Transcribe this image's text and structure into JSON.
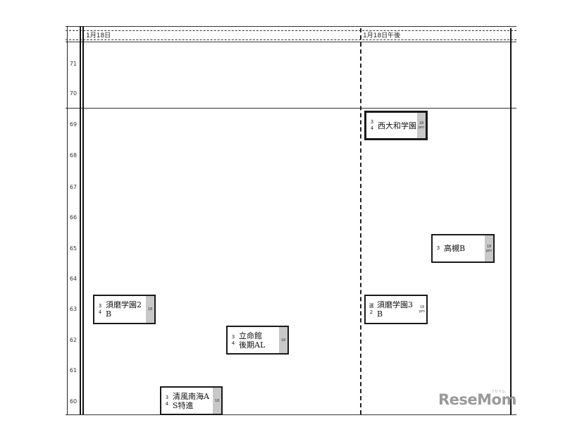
{
  "columns": [
    {
      "header": "1月18日"
    },
    {
      "header": "1月18日午後"
    }
  ],
  "y_axis": {
    "labels": [
      "71",
      "70",
      "69",
      "68",
      "67",
      "66",
      "65",
      "64",
      "63",
      "62",
      "61",
      "60"
    ]
  },
  "boxes": [
    {
      "name": "須磨学園2 B",
      "line1": "須磨学園2",
      "line2": "B",
      "left_top": "3",
      "left_bottom": "4",
      "right_top": "18",
      "right_bottom": ""
    },
    {
      "name": "立命館 後期AL",
      "line1": "立命館",
      "line2": "後期AL",
      "left_top": "3",
      "left_bottom": "4",
      "right_top": "18",
      "right_bottom": ""
    },
    {
      "name": "清風南海A S特進",
      "line1": "清風南海A",
      "line2": "S特進",
      "left_top": "3",
      "left_bottom": "4",
      "right_top": "18",
      "right_bottom": ""
    },
    {
      "name": "西大和学園",
      "line1": "西大和学園",
      "line2": "",
      "left_top": "3",
      "left_bottom": "4",
      "right_top": "18",
      "right_bottom": "pm"
    },
    {
      "name": "高槻B",
      "line1": "高槻B",
      "line2": "",
      "left_top": "3",
      "left_bottom": "",
      "right_top": "18",
      "right_bottom": "pm"
    },
    {
      "name": "須磨学園3 B",
      "line1": "須磨学園3",
      "line2": "B",
      "left_top": "選",
      "left_bottom": "2",
      "right_top": "18",
      "right_bottom": "pm"
    }
  ],
  "logo": {
    "text": "ReseMom",
    "sub": "リセマム"
  }
}
